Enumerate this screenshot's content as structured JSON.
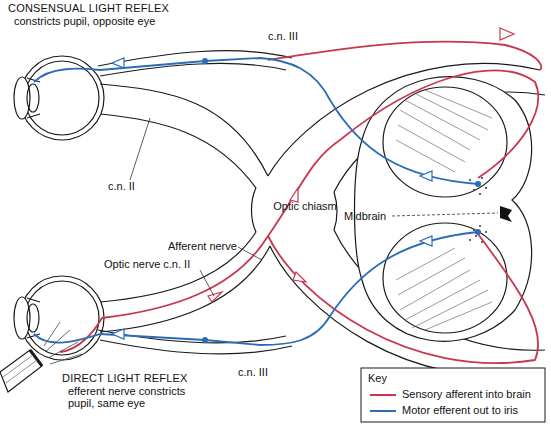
{
  "diagram": {
    "labels": [
      "CONSENSUAL LIGHT REFLEX",
      "constricts pupil, opposite eye",
      "c.n. III",
      "c.n. II",
      "Afferent nerve",
      "Optic chiasm",
      "Optic nerve c.n. II",
      "Midbrain",
      "c.n. III",
      "DIRECT LIGHT REFLEX",
      "efferent nerve constricts pupil, same eye",
      "Key"
    ],
    "legend": [
      {
        "text": "Sensory afferent into brain"
      },
      {
        "text": "Motor efferent out to iris"
      }
    ]
  }
}
